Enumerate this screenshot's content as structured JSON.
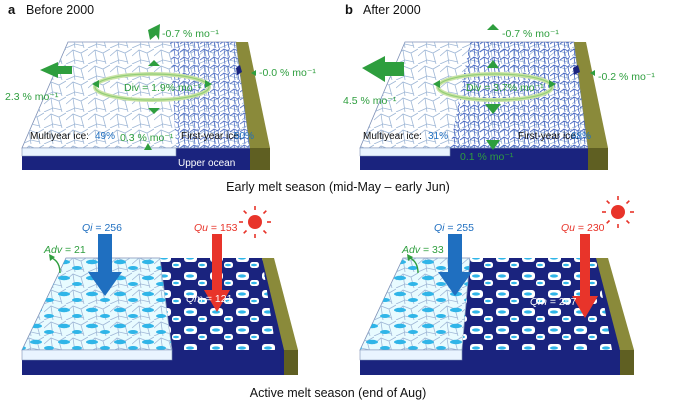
{
  "panels": {
    "a": {
      "letter": "a",
      "title": "Before 2000",
      "flux_north": "-0.7 % mo⁻¹",
      "flux_east": "-0.0 % mo⁻¹",
      "flux_west": "2.3 % mo⁻¹",
      "div": "Div = 1.9% mo⁻¹",
      "flux_south": "0.3 % mo⁻¹",
      "multiyear_label": "Multiyear ice:",
      "multiyear_value": "49%",
      "firstyear_label": "First-year ice:",
      "firstyear_value": "50%",
      "ocean_label": "Upper ocean"
    },
    "b": {
      "letter": "b",
      "title": "After 2000",
      "flux_north": "-0.7 % mo⁻¹",
      "flux_east": "-0.2 % mo⁻¹",
      "flux_west": "4.5 % mo⁻¹",
      "div": "Div = 3.7% mo⁻¹",
      "flux_south": "0.1 % mo⁻¹",
      "multiyear_label": "Multiyear ice:",
      "multiyear_value": "31%",
      "firstyear_label": "First-year ice:",
      "firstyear_value": "68%"
    },
    "c": {
      "qi_symbol": "Qi",
      "qi_value": " = 256",
      "qu_symbol": "Qu",
      "qu_value": " = 153",
      "qm_symbol": "Qm",
      "qm_value": " = 121",
      "adv_symbol": "Adv",
      "adv_value": " = 21"
    },
    "d": {
      "qi_symbol": "Qi",
      "qi_value": " = 255",
      "qu_symbol": "Qu",
      "qu_value": " = 230",
      "qm_symbol": "Qm",
      "qm_value": " = 257",
      "adv_symbol": "Adv",
      "adv_value": " = 33"
    }
  },
  "captions": {
    "early": "Early melt season (mid-May – early Jun)",
    "active": "Active melt season (end of Aug)"
  },
  "colors": {
    "flux_green": "#2e9e3e",
    "ice_blue": "#1f6fc0",
    "solar_red": "#e8342a",
    "ocean": "#1a237e",
    "land": "#8a8a3a"
  }
}
